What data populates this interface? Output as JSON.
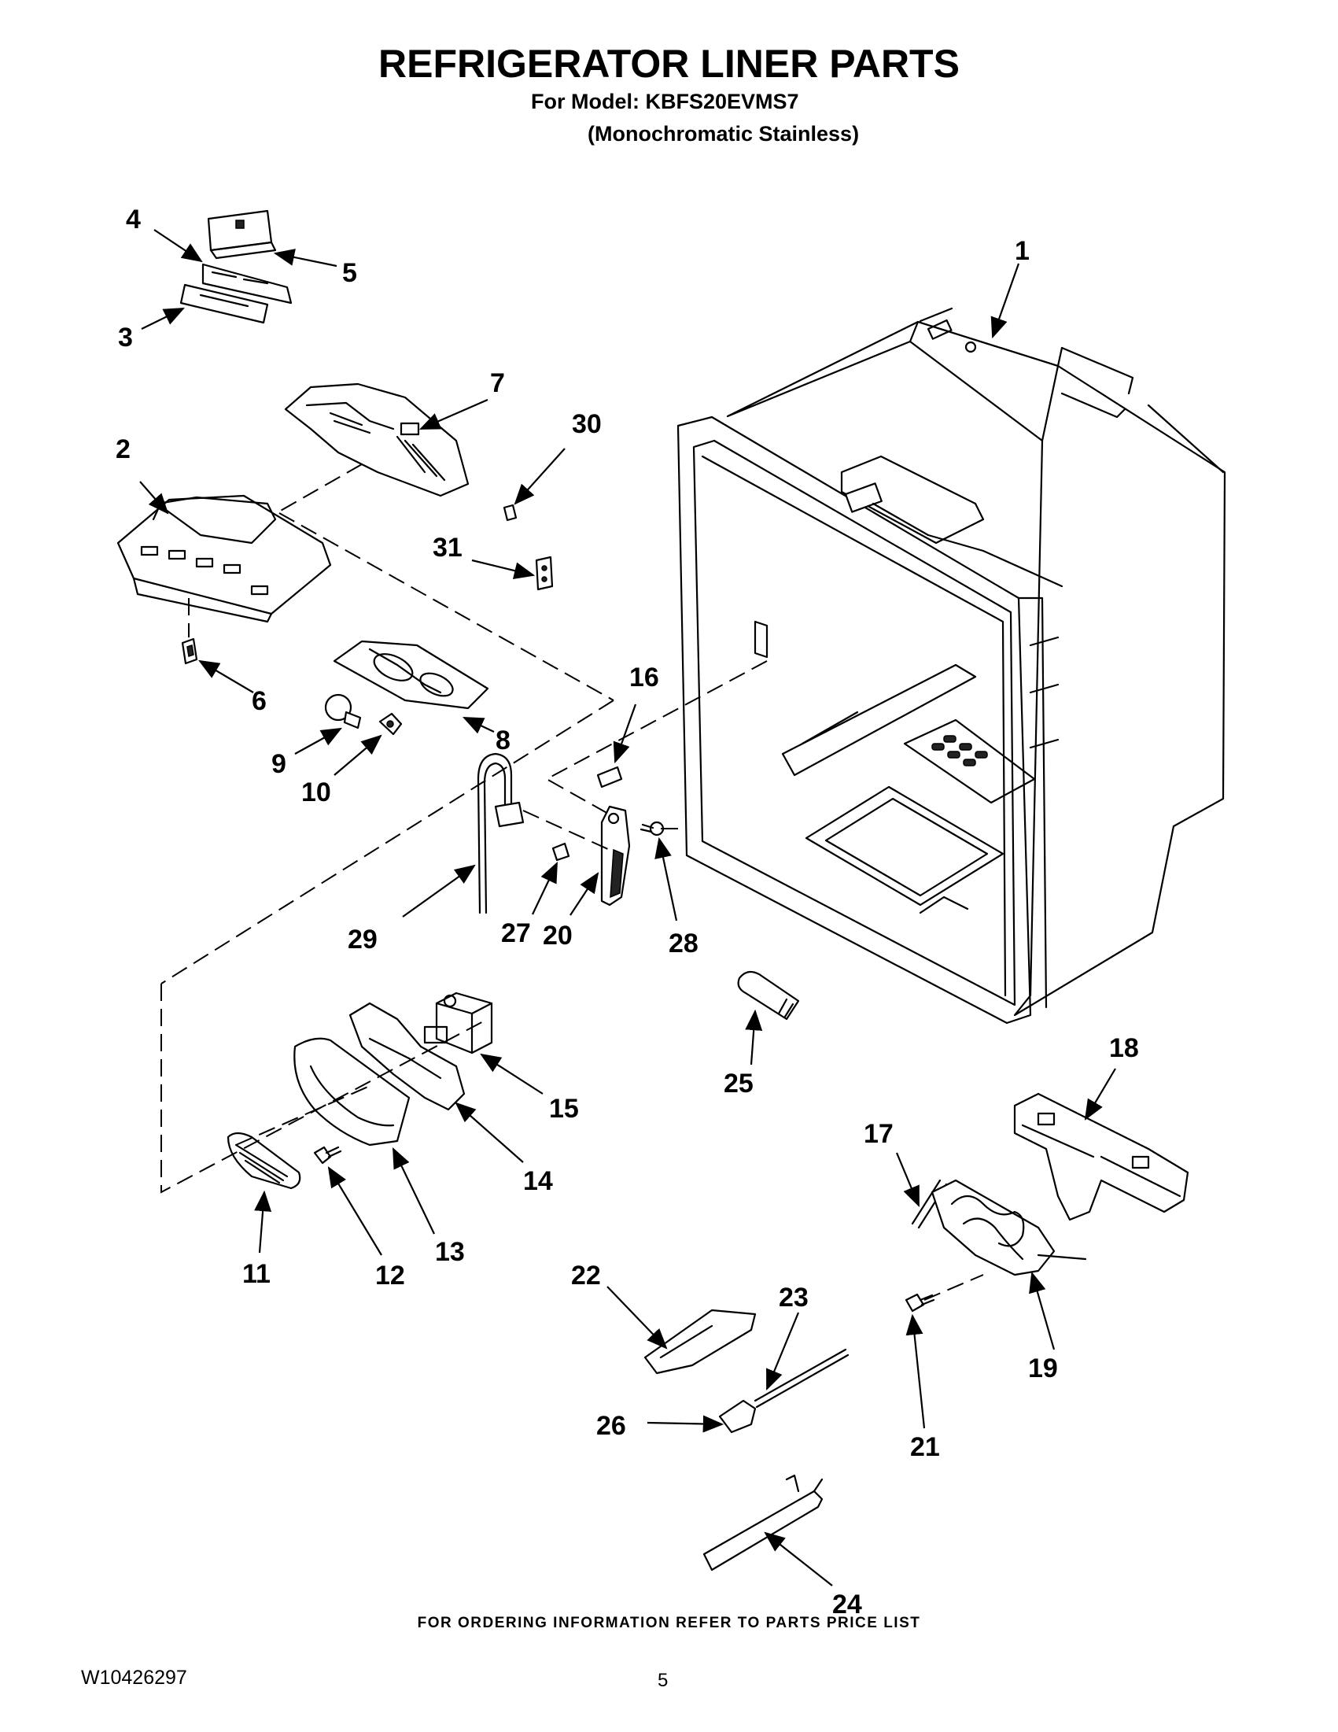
{
  "header": {
    "title": "REFRIGERATOR LINER PARTS",
    "model_line": "For Model: KBFS20EVMS7",
    "variant_line": "(Monochromatic Stainless)"
  },
  "footer": {
    "ordering_note": "FOR ORDERING INFORMATION REFER TO PARTS PRICE LIST",
    "document_number": "W10426297",
    "page_number": "5"
  },
  "callouts": [
    "1",
    "2",
    "3",
    "4",
    "5",
    "6",
    "7",
    "8",
    "9",
    "10",
    "11",
    "12",
    "13",
    "14",
    "15",
    "16",
    "17",
    "18",
    "19",
    "20",
    "21",
    "22",
    "23",
    "24",
    "25",
    "26",
    "27",
    "28",
    "29",
    "30",
    "31"
  ]
}
